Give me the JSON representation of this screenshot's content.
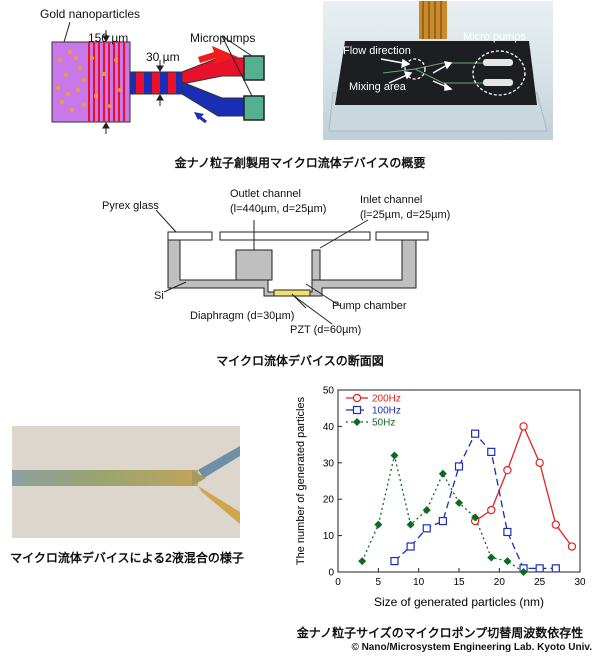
{
  "diagram1": {
    "gold_label": "Gold nanoparticles",
    "width_150": "150 µm",
    "width_30": "30 µm",
    "micropumps": "Micropumps"
  },
  "photo1": {
    "flow": "Flow direction",
    "micro_pumps": "Micro pumps",
    "mixing": "Mixing area"
  },
  "caption1": "金ナノ粒子創製用マイクロ流体デバイスの概要",
  "cross_section": {
    "pyrex": "Pyrex glass",
    "outlet_title": "Outlet channel",
    "outlet_dims": "(l=440µm, d=25µm)",
    "inlet_title": "Inlet channel",
    "inlet_dims": "(l=25µm, d=25µm)",
    "si": "Si",
    "pump_chamber": "Pump chamber",
    "diaphragm": "Diaphragm (d=30µm)",
    "pzt": "PZT (d=60µm)"
  },
  "caption2": "マイクロ流体デバイスの断面図",
  "caption3": "マイクロ流体デバイスによる2液混合の様子",
  "caption4": "金ナノ粒子サイズのマイクロポンプ切替周波数依存性",
  "copyright": "© Nano/Microsystem Engineering Lab. Kyoto Univ.",
  "colors": {
    "red": "#ff2020",
    "blue": "#1a2db5",
    "green": "#0b6b1e",
    "purple": "#c878e8",
    "pump": "#55b090"
  },
  "chart_data": {
    "type": "line",
    "xlabel": "Size of generated particles (nm)",
    "ylabel": "The number of generated particles",
    "xlim": [
      0,
      30
    ],
    "ylim": [
      0,
      50
    ],
    "xticks": [
      0,
      5,
      10,
      15,
      20,
      25,
      30
    ],
    "yticks": [
      0,
      10,
      20,
      30,
      40,
      50
    ],
    "legend_position": "top-left",
    "series": [
      {
        "name": "200Hz",
        "color": "#e82020",
        "marker": "circle",
        "dash": "",
        "points": [
          [
            17,
            14
          ],
          [
            19,
            17
          ],
          [
            21,
            28
          ],
          [
            23,
            40
          ],
          [
            25,
            30
          ],
          [
            27,
            13
          ],
          [
            29,
            7
          ]
        ]
      },
      {
        "name": "100Hz",
        "color": "#1a2db5",
        "marker": "square",
        "dash": "7,4",
        "points": [
          [
            7,
            3
          ],
          [
            9,
            7
          ],
          [
            11,
            12
          ],
          [
            13,
            14
          ],
          [
            15,
            29
          ],
          [
            17,
            38
          ],
          [
            19,
            33
          ],
          [
            21,
            11
          ],
          [
            23,
            1
          ],
          [
            25,
            1
          ],
          [
            27,
            1
          ]
        ]
      },
      {
        "name": "50Hz",
        "color": "#0b6b1e",
        "marker": "diamond",
        "dash": "2,3",
        "points": [
          [
            3,
            3
          ],
          [
            5,
            13
          ],
          [
            7,
            32
          ],
          [
            9,
            13
          ],
          [
            11,
            17
          ],
          [
            13,
            27
          ],
          [
            15,
            19
          ],
          [
            17,
            15
          ],
          [
            19,
            4
          ],
          [
            21,
            3
          ],
          [
            23,
            0
          ]
        ]
      }
    ]
  }
}
